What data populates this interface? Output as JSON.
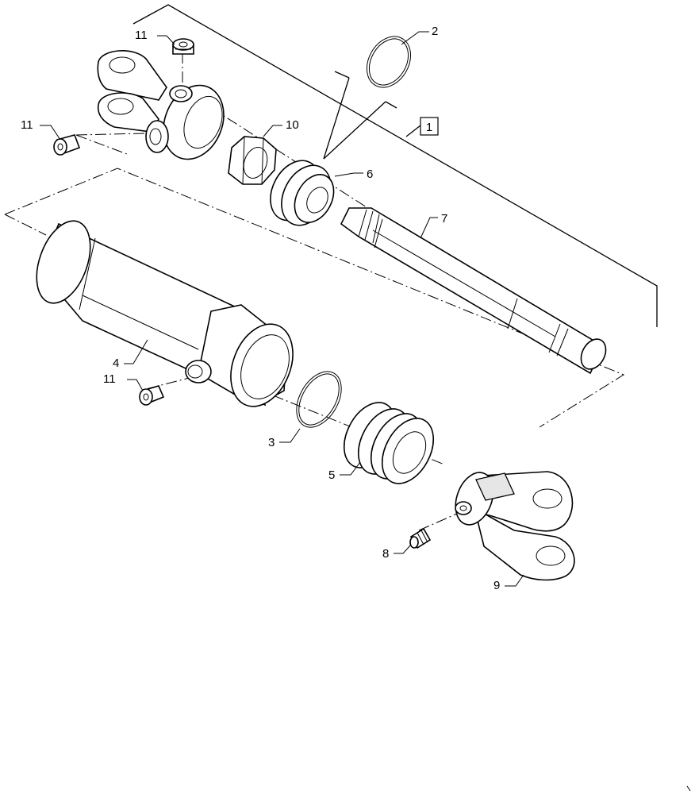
{
  "labels": {
    "l1": "1",
    "l2": "2",
    "l3": "3",
    "l4": "4",
    "l5": "5",
    "l6": "6",
    "l7": "7",
    "l8": "8",
    "l9": "9",
    "l10": "10",
    "l11a": "11",
    "l11b": "11",
    "l11c": "11"
  }
}
